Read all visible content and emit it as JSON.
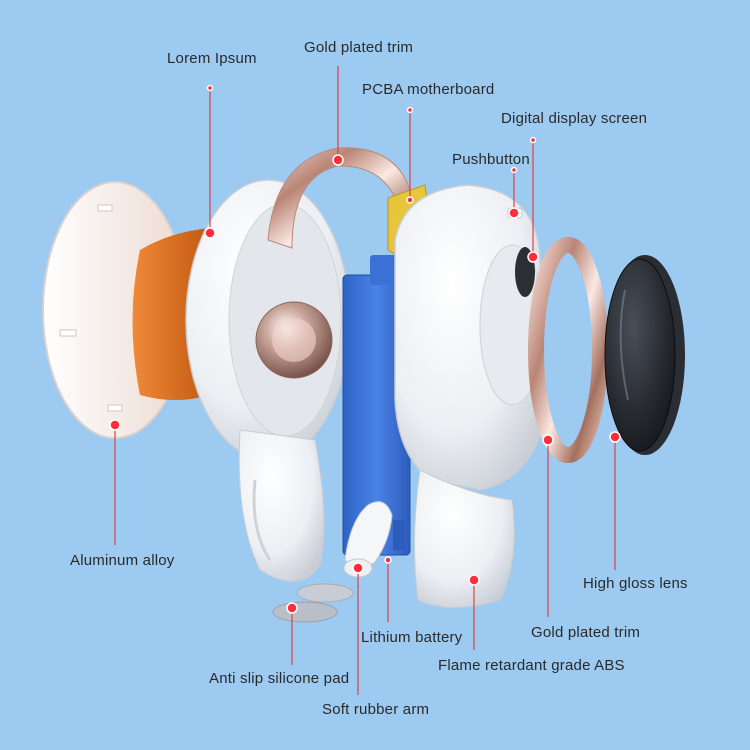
{
  "labels": {
    "lorem_ipsum": "Lorem Ipsum",
    "gold_trim_top": "Gold plated trim",
    "pcba": "PCBA motherboard",
    "display": "Digital display screen",
    "pushbutton": "Pushbutton",
    "aluminum": "Aluminum alloy",
    "lens": "High gloss lens",
    "battery": "Lithium battery",
    "gold_trim_bottom": "Gold plated trim",
    "abs": "Flame retardant grade ABS",
    "silicone_pad": "Anti slip silicone pad",
    "rubber_arm": "Soft rubber arm"
  },
  "colors": {
    "background": "#9ccaf0",
    "leader_line": "#d8444a",
    "marker_dot": "#ff2e3a",
    "shell_white": "#f1f3f6",
    "orange_panel": "#d96a1e",
    "blue_battery": "#3d74d8",
    "gold_pink": "#d9a69b",
    "lens_black": "#22262c",
    "pcb_yellow": "#e6c53a"
  }
}
